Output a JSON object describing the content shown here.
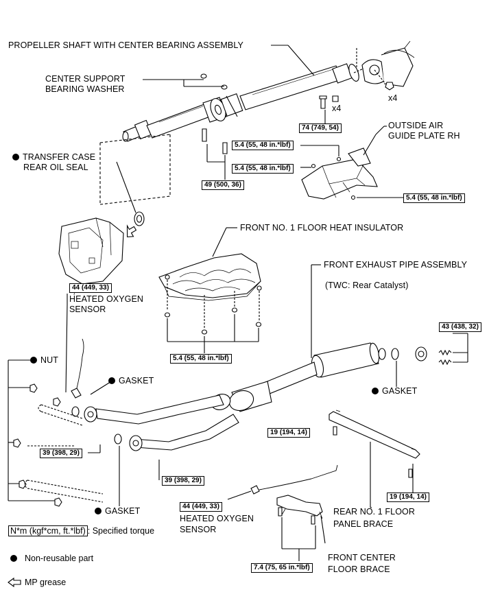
{
  "labels": {
    "propeller_shaft": "PROPELLER SHAFT WITH CENTER BEARING ASSEMBLY",
    "center_support_line1": "CENTER SUPPORT",
    "center_support_line2": "BEARING WASHER",
    "x4_bolts": "x4",
    "x4_nuts": "x4",
    "outside_air_line1": "OUTSIDE AIR",
    "outside_air_line2": "GUIDE PLATE RH",
    "transfer_case_line1": "TRANSFER CASE",
    "transfer_case_line2": "REAR OIL SEAL",
    "front_heat_insulator": "FRONT NO. 1 FLOOR HEAT INSULATOR",
    "front_exhaust_pipe": "FRONT EXHAUST PIPE ASSEMBLY",
    "twc_note": "(TWC: Rear Catalyst)",
    "heated_o2_upper_line1": "HEATED OXYGEN",
    "heated_o2_upper_line2": "SENSOR",
    "nut": "NUT",
    "gasket_upper": "GASKET",
    "gasket_right": "GASKET",
    "gasket_lower": "GASKET",
    "heated_o2_lower_line1": "HEATED OXYGEN",
    "heated_o2_lower_line2": "SENSOR",
    "rear_brace_line1": "REAR NO. 1 FLOOR",
    "rear_brace_line2": "PANEL BRACE",
    "front_center_brace_line1": "FRONT CENTER",
    "front_center_brace_line2": "FLOOR BRACE"
  },
  "torques": {
    "t_74": "74 (749, 54)",
    "t_54_a": "5.4 (55, 48 in.*lbf)",
    "t_54_b": "5.4 (55, 48 in.*lbf)",
    "t_54_c": "5.4 (55, 48 in.*lbf)",
    "t_49": "49 (500, 36)",
    "t_44_upper": "44 (449, 33)",
    "t_54_insulator": "5.4 (55, 48 in.*lbf)",
    "t_43": "43 (438, 32)",
    "t_19_left": "19 (194, 14)",
    "t_39_upper": "39 (398, 29)",
    "t_39_lower": "39 (398, 29)",
    "t_44_lower": "44 (449, 33)",
    "t_19_right": "19 (194, 14)",
    "t_74_brace": "7.4 (75, 65 in.*lbf)"
  },
  "legend": {
    "torque_box": "N*m (kgf*cm, ft.*lbf)",
    "torque_desc": ": Specified torque",
    "non_reusable": "Non-reusable part",
    "mp_grease": "MP grease"
  }
}
